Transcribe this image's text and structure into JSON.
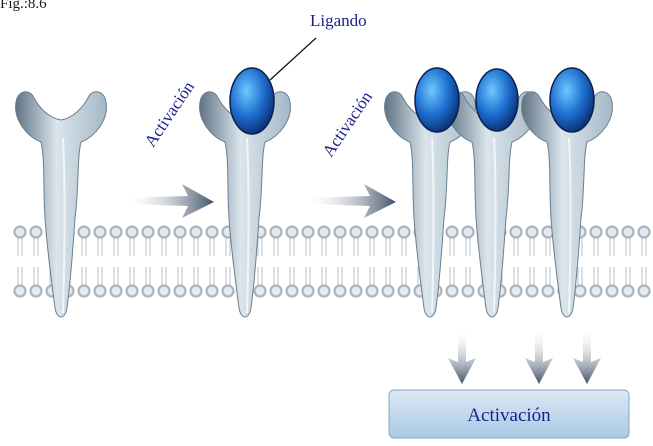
{
  "figure": {
    "label": "Fig.:8.6"
  },
  "labels": {
    "ligand": "Ligando",
    "activation_1": "Activación",
    "activation_2": "Activación",
    "result_box": "Activación"
  },
  "colors": {
    "receptor_light": "#dbe5ec",
    "receptor_mid": "#a5b8c6",
    "receptor_dark": "#5f7384",
    "ligand_light": "#6fc8ff",
    "ligand_mid": "#1e6fd0",
    "ligand_dark": "#0a2c6e",
    "label_text": "#1b1f8a",
    "arrow": "#3e5169",
    "membrane_head": "#a9b4bf",
    "box_fill": "#a9c9e4"
  },
  "icons": {
    "receptor": "receptor-icon",
    "ligand": "ligand-sphere-icon",
    "arrow": "arrow-icon"
  }
}
